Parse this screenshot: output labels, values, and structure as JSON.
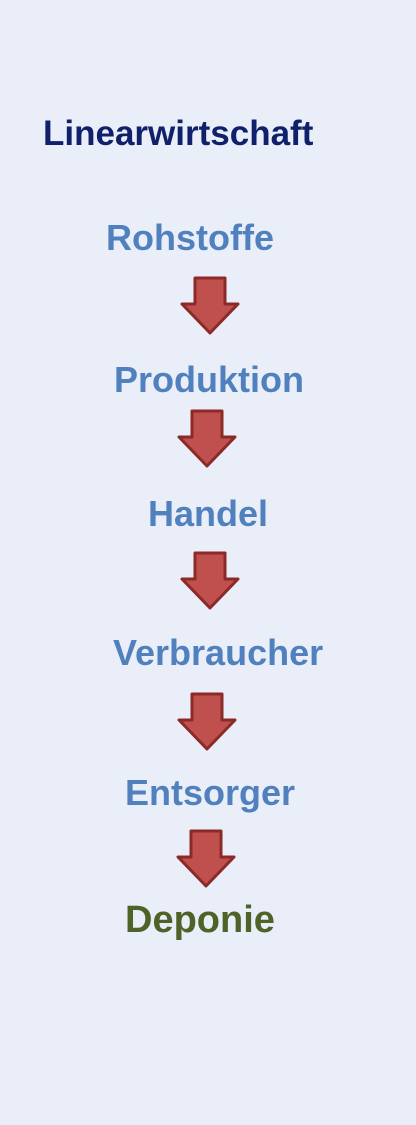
{
  "title": "Linearwirtschaft",
  "steps": [
    "Rohstoffe",
    "Produktion",
    "Handel",
    "Verbraucher",
    "Entsorger",
    "Deponie"
  ],
  "colors": {
    "background": "#e9eef8",
    "title": "#10206a",
    "step": "#5080bd",
    "final_step": "#4f6228",
    "arrow_fill": "#c0504d",
    "arrow_stroke": "#8b2a28"
  },
  "icons": {
    "arrow": "down-arrow-icon"
  }
}
